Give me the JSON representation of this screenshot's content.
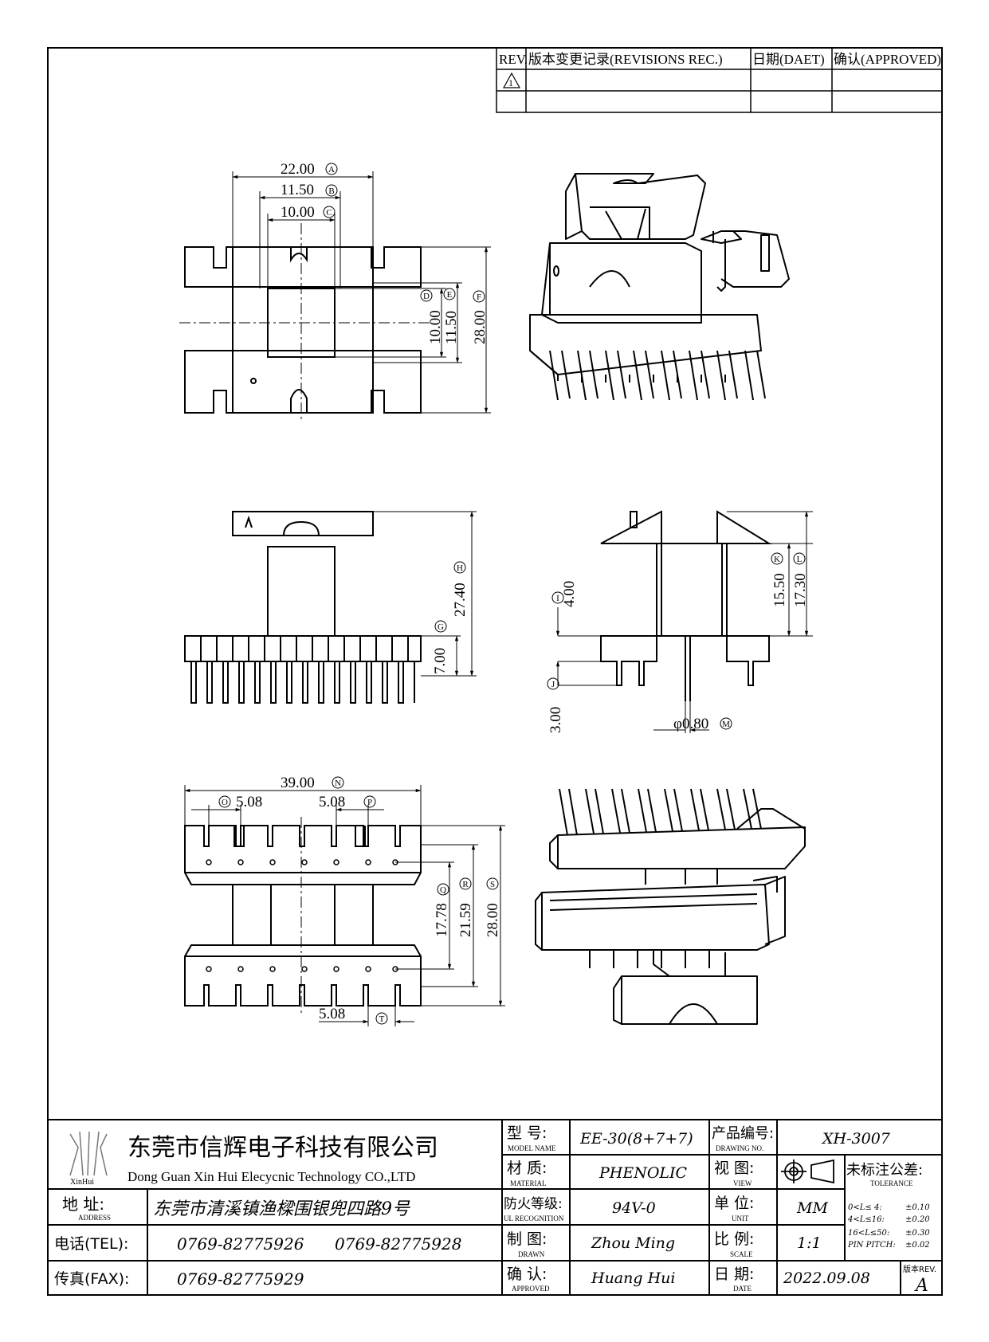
{
  "revision_table": {
    "headers": [
      "REV.",
      "版本变更记录(REVISIONS REC.)",
      "日期(DAET)",
      "确认(APPROVED)"
    ],
    "rows": [
      {
        "rev": "1",
        "record": "",
        "date": "",
        "approved": ""
      },
      {
        "rev": "",
        "record": "",
        "date": "",
        "approved": ""
      }
    ]
  },
  "dimensions": {
    "top_view": {
      "width_a": "22.00",
      "label_a": "A",
      "width_b": "11.50",
      "label_b": "B",
      "width_c": "10.00",
      "label_c": "C",
      "height_d": "10.00",
      "label_d": "D",
      "height_e": "11.50",
      "label_e": "E",
      "height_f": "28.00",
      "label_f": "F"
    },
    "front_view": {
      "height_g": "7.00",
      "label_g": "G",
      "height_h": "27.40",
      "label_h": "H"
    },
    "side_view": {
      "height_i": "4.00",
      "label_i": "I",
      "height_j": "3.00",
      "label_j": "J",
      "height_k": "15.50",
      "label_k": "K",
      "height_l": "17.30",
      "label_l": "L",
      "pin_dia_m": "φ0.80",
      "label_m": "M"
    },
    "bottom_view": {
      "width_n": "39.00",
      "label_n": "N",
      "pitch_o": "5.08",
      "label_o": "O",
      "pitch_p": "5.08",
      "label_p": "P",
      "height_q": "17.78",
      "label_q": "Q",
      "height_r": "21.59",
      "label_r": "R",
      "height_s": "28.00",
      "label_s": "S",
      "pitch_t": "5.08",
      "label_t": "T"
    }
  },
  "title_block": {
    "logo_text": "XinHui",
    "company_cn": "东莞市信辉电子科技有限公司",
    "company_en": "Dong Guan Xin Hui Elecycnic Technology CO.,LTD",
    "address_label_cn": "地  址:",
    "address_label_en": "ADDRESS",
    "address": "东莞市清溪镇渔樑围银兜四路9号",
    "tel_label": "电话(TEL):",
    "tel_1": "0769-82775926",
    "tel_2": "0769-82775928",
    "fax_label": "传真(FAX):",
    "fax": "0769-82775929",
    "model_label_cn": "型  号:",
    "model_label_en": "MODEL NAME",
    "model": "EE-30(8+7+7)",
    "material_label_cn": "材  质:",
    "material_label_en": "MATERIAL",
    "material": "PHENOLIC",
    "flame_label_cn": "防火等级:",
    "flame_label_en": "UL RECOGNITION",
    "flame": "94V-0",
    "drawn_label_cn": "制  图:",
    "drawn_label_en": "DRAWN",
    "drawn": "Zhou Ming",
    "approved_label_cn": "确  认:",
    "approved_label_en": "APPROVED",
    "approved": "Huang Hui",
    "drawing_no_label_cn": "产品编号:",
    "drawing_no_label_en": "DRAWING NO.",
    "drawing_no": "XH-3007",
    "view_label_cn": "视  图:",
    "view_label_en": "VIEW",
    "unit_label_cn": "单  位:",
    "unit_label_en": "UNIT",
    "unit": "MM",
    "scale_label_cn": "比  例:",
    "scale_label_en": "SCALE",
    "scale": "1:1",
    "date_label_cn": "日  期:",
    "date_label_en": "DATE",
    "date": "2022.09.08",
    "tolerance_title_cn": "未标注公差:",
    "tolerance_title_en": "TOLERANCE",
    "tolerances": [
      {
        "range": "0<L≤ 4:",
        "value": "±0.10"
      },
      {
        "range": "4<L≤16:",
        "value": "±0.20"
      },
      {
        "range": "16<L≤50:",
        "value": "±0.30"
      },
      {
        "range": "PIN PITCH:",
        "value": "±0.02"
      }
    ],
    "rev_label": "版本REV.",
    "rev": "A"
  }
}
